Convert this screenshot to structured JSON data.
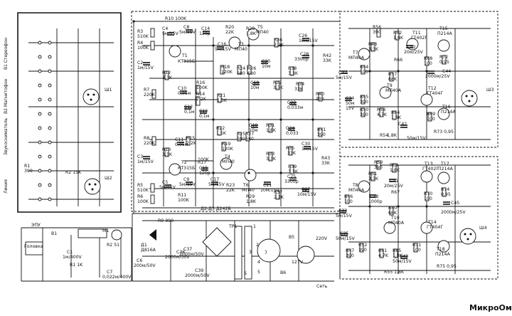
{
  "watermark": "МикроОм",
  "inputs": {
    "b1": "В1 Стереофон",
    "b2": "В2 Магнитофон",
    "b3": "Звукосниматель",
    "line": "Линия",
    "sh1": "Ш1",
    "sh2": "Ш2"
  },
  "power": {
    "epu": "ЭПУ",
    "head": "Головка",
    "tr": "ТР1",
    "bridge": "Д2-Д5 Д242Б",
    "v5": "В5",
    "v6": "В6",
    "mains": "Сеть",
    "v220": "220V",
    "v127": "127V"
  },
  "labels": [
    {
      "id": "r10",
      "t": "R10 100K"
    },
    {
      "id": "r3",
      "t": "R3"
    },
    {
      "id": "r3v",
      "t": "510K"
    },
    {
      "id": "r4",
      "t": "R4"
    },
    {
      "id": "r4v",
      "t": "100K"
    },
    {
      "id": "c4",
      "t": "C4"
    },
    {
      "id": "c4v",
      "t": "5м/15V"
    },
    {
      "id": "c8",
      "t": "C8"
    },
    {
      "id": "c8v",
      "t": "5м/15V"
    },
    {
      "id": "c2",
      "t": "C2"
    },
    {
      "id": "c2v",
      "t": "1м/15V"
    },
    {
      "id": "t1",
      "t": "T1"
    },
    {
      "id": "t1v",
      "t": "КТ315Б"
    },
    {
      "id": "r12",
      "t": "R12"
    },
    {
      "id": "r12v",
      "t": "3,3K"
    },
    {
      "id": "r7",
      "t": "R7"
    },
    {
      "id": "r7v",
      "t": "220K"
    },
    {
      "id": "c10",
      "t": "C10"
    },
    {
      "id": "c10v",
      "t": "0,05м"
    },
    {
      "id": "c14",
      "t": "C14"
    },
    {
      "id": "c14v",
      "t": "120р"
    },
    {
      "id": "r16",
      "t": "R16"
    },
    {
      "id": "r16v",
      "t": "100K"
    },
    {
      "id": "r14",
      "t": "R14"
    },
    {
      "id": "r14v",
      "t": "2,2K"
    },
    {
      "id": "c12",
      "t": "C12"
    },
    {
      "id": "c12v",
      "t": "0,1м"
    },
    {
      "id": "c13",
      "t": "C13"
    },
    {
      "id": "c13v",
      "t": "0,1м"
    },
    {
      "id": "r8",
      "t": "R8"
    },
    {
      "id": "r8v",
      "t": "220K"
    },
    {
      "id": "r15",
      "t": "R15"
    },
    {
      "id": "r15v",
      "t": "2,2K"
    },
    {
      "id": "r13",
      "t": "R13"
    },
    {
      "id": "r13v",
      "t": "3,3K"
    },
    {
      "id": "c11",
      "t": "C11"
    },
    {
      "id": "c11v",
      "t": "0,05м"
    },
    {
      "id": "c3",
      "t": "C3"
    },
    {
      "id": "c3v",
      "t": "1м/15V"
    },
    {
      "id": "t2",
      "t": "T2"
    },
    {
      "id": "t2v",
      "t": "КТ315Б"
    },
    {
      "id": "c9",
      "t": "C9"
    },
    {
      "id": "c9v",
      "t": "5м/15V"
    },
    {
      "id": "c5",
      "t": "C5"
    },
    {
      "id": "c5v",
      "t": "5м/15V"
    },
    {
      "id": "r5",
      "t": "R5"
    },
    {
      "id": "r5v",
      "t": "510K"
    },
    {
      "id": "r6",
      "t": "R6"
    },
    {
      "id": "r6v",
      "t": "100K"
    },
    {
      "id": "r11",
      "t": "R11"
    },
    {
      "id": "r11v",
      "t": "100K"
    },
    {
      "id": "c15",
      "t": "C15"
    },
    {
      "id": "c15v",
      "t": "120р"
    },
    {
      "id": "r17",
      "t": "R17"
    },
    {
      "id": "r17v",
      "t": "100K"
    },
    {
      "id": "c16",
      "t": "C16"
    },
    {
      "id": "c16v",
      "t": "5м/15V"
    },
    {
      "id": "c17",
      "t": "C17"
    },
    {
      "id": "c17v",
      "t": "5м/15V"
    },
    {
      "id": "r20",
      "t": "R20"
    },
    {
      "id": "r20v",
      "t": "22K"
    },
    {
      "id": "r28",
      "t": "R28"
    },
    {
      "id": "r28v",
      "t": "1,8K"
    },
    {
      "id": "t3",
      "t": "T3"
    },
    {
      "id": "t3v",
      "t": "МП40"
    },
    {
      "id": "t5",
      "t": "T5"
    },
    {
      "id": "t5v",
      "t": "МП40"
    },
    {
      "id": "r18",
      "t": "R18"
    },
    {
      "id": "r18v",
      "t": "120K"
    },
    {
      "id": "r24",
      "t": "R24"
    },
    {
      "id": "r24v",
      "t": "680"
    },
    {
      "id": "r26",
      "t": "R26"
    },
    {
      "id": "r26v",
      "t": "680"
    },
    {
      "id": "c20",
      "t": "C20"
    },
    {
      "id": "c20v",
      "t": "10м"
    },
    {
      "id": "c18",
      "t": "C18"
    },
    {
      "id": "c18v",
      "t": "10м"
    },
    {
      "id": "r21",
      "t": "R21"
    },
    {
      "id": "r21v",
      "t": "1,5K"
    },
    {
      "id": "r22",
      "t": "R22"
    },
    {
      "id": "r22v",
      "t": "1,5K"
    },
    {
      "id": "r19",
      "t": "R19"
    },
    {
      "id": "r19v",
      "t": "120K"
    },
    {
      "id": "r25",
      "t": "R25"
    },
    {
      "id": "r25v",
      "t": "680"
    },
    {
      "id": "r27",
      "t": "R27"
    },
    {
      "id": "r27v",
      "t": "680"
    },
    {
      "id": "c19",
      "t": "C19"
    },
    {
      "id": "c19v",
      "t": "10м"
    },
    {
      "id": "t4",
      "t": "T4"
    },
    {
      "id": "t4v",
      "t": "МП40"
    },
    {
      "id": "t6",
      "t": "T6"
    },
    {
      "id": "t6v",
      "t": "МП40"
    },
    {
      "id": "r23",
      "t": "R23"
    },
    {
      "id": "r23v",
      "t": "22K"
    },
    {
      "id": "r29",
      "t": "R29"
    },
    {
      "id": "r29v",
      "t": "1,8K"
    },
    {
      "id": "c21",
      "t": "C21"
    },
    {
      "id": "c21v",
      "t": "10м/15V"
    },
    {
      "id": "r36",
      "t": "R36"
    },
    {
      "id": "r36v",
      "t": "2,2K"
    },
    {
      "id": "c26",
      "t": "C26"
    },
    {
      "id": "c26v",
      "t": "10м/15V"
    },
    {
      "id": "c28",
      "t": "C28"
    },
    {
      "id": "c28v",
      "t": "3300р"
    },
    {
      "id": "r42",
      "t": "R42"
    },
    {
      "id": "r42v",
      "t": "33K"
    },
    {
      "id": "r38",
      "t": "R38"
    },
    {
      "id": "r38v",
      "t": "3,3K"
    },
    {
      "id": "r34",
      "t": "R34"
    },
    {
      "id": "r34v",
      "t": "33K"
    },
    {
      "id": "c22",
      "t": "C22"
    },
    {
      "id": "c22v",
      "t": "0,033м"
    },
    {
      "id": "r32",
      "t": "R32"
    },
    {
      "id": "r32v",
      "t": "3,3K"
    },
    {
      "id": "r40",
      "t": "R40"
    },
    {
      "id": "r40v",
      "t": "390"
    },
    {
      "id": "r41",
      "t": "R41"
    },
    {
      "id": "r41v",
      "t": "390"
    },
    {
      "id": "r31",
      "t": "R31"
    },
    {
      "id": "r31v",
      "t": "1,8K"
    },
    {
      "id": "c24",
      "t": "C24"
    },
    {
      "id": "c24v",
      "t": "0,033"
    },
    {
      "id": "r35",
      "t": "R35"
    },
    {
      "id": "r35v",
      "t": "33K"
    },
    {
      "id": "c30",
      "t": "C30"
    },
    {
      "id": "c30v",
      "t": "1м/15V"
    },
    {
      "id": "r43",
      "t": "R43"
    },
    {
      "id": "r43v",
      "t": "33K"
    },
    {
      "id": "r33",
      "t": "R33"
    },
    {
      "id": "r33v",
      "t": "3,3K"
    },
    {
      "id": "r39",
      "t": "R39"
    },
    {
      "id": "r39v",
      "t": "3,3K"
    },
    {
      "id": "c25",
      "t": "C25"
    },
    {
      "id": "c25v",
      "t": "3300р"
    },
    {
      "id": "c27",
      "t": "C27"
    },
    {
      "id": "c27v",
      "t": "10м/15V"
    },
    {
      "id": "r37",
      "t": "R37"
    },
    {
      "id": "r37v",
      "t": "2,2K"
    },
    {
      "id": "r56",
      "t": "R56"
    },
    {
      "id": "r56v",
      "t": "390"
    },
    {
      "id": "r62",
      "t": "R62"
    },
    {
      "id": "r62v",
      "t": "1,8K"
    },
    {
      "id": "t11",
      "t": "T11"
    },
    {
      "id": "t11v",
      "t": "ГТ402Г"
    },
    {
      "id": "t15",
      "t": "T15"
    },
    {
      "id": "t15v",
      "t": "П214А"
    },
    {
      "id": "r48",
      "t": "R48"
    },
    {
      "id": "r48v",
      "t": "3,3K"
    },
    {
      "id": "c40",
      "t": "C40"
    },
    {
      "id": "c40v",
      "t": "20м/25V"
    },
    {
      "id": "t7",
      "t": "T7"
    },
    {
      "id": "t7v",
      "t": "МП40А"
    },
    {
      "id": "r68",
      "t": "R68"
    },
    {
      "id": "r68v",
      "t": "100"
    },
    {
      "id": "r72",
      "t": "R72"
    },
    {
      "id": "r72v",
      "t": "0,95"
    },
    {
      "id": "c44",
      "t": "C44"
    },
    {
      "id": "c44v",
      "t": "2000м/25V"
    },
    {
      "id": "r44",
      "t": "R44"
    },
    {
      "id": "r44v",
      "t": "100"
    },
    {
      "id": "r57",
      "t": "R57"
    },
    {
      "id": "r57v",
      "t": "68K"
    },
    {
      "id": "r66",
      "t": "R66"
    },
    {
      "id": "c32",
      "t": "C32"
    },
    {
      "id": "c32v",
      "t": "5м/15V"
    },
    {
      "id": "t9",
      "t": "T9"
    },
    {
      "id": "t9v",
      "t": "МП40А"
    },
    {
      "id": "c34",
      "t": "C34"
    },
    {
      "id": "c34v",
      "t": "50м"
    },
    {
      "id": "c34w",
      "t": "15V"
    },
    {
      "id": "r45",
      "t": "R45"
    },
    {
      "id": "r45v",
      "t": "390"
    },
    {
      "id": "r50",
      "t": "R50"
    },
    {
      "id": "r50v",
      "t": "390"
    },
    {
      "id": "r58",
      "t": "R58"
    },
    {
      "id": "r58v",
      "t": "4,7K"
    },
    {
      "id": "r64",
      "t": "R64"
    },
    {
      "id": "r64v",
      "t": "1,8K"
    },
    {
      "id": "t12",
      "t": "T12"
    },
    {
      "id": "t12v",
      "t": "ГТ404Г"
    },
    {
      "id": "t16",
      "t": "T16"
    },
    {
      "id": "t16v",
      "t": "П214А"
    },
    {
      "id": "r69",
      "t": "R69"
    },
    {
      "id": "r69v",
      "t": "100"
    },
    {
      "id": "r73",
      "t": "R73 0,95"
    },
    {
      "id": "c42",
      "t": "C42"
    },
    {
      "id": "c42v",
      "t": "50м/15V"
    },
    {
      "id": "r54",
      "t": "R54"
    },
    {
      "id": "r54v",
      "t": "1,8K"
    },
    {
      "id": "sh3",
      "t": "Ш3"
    },
    {
      "id": "r59",
      "t": "R59"
    },
    {
      "id": "r59v",
      "t": "390"
    },
    {
      "id": "r63",
      "t": "R63"
    },
    {
      "id": "r63v",
      "t": "1,8K"
    },
    {
      "id": "t13",
      "t": "T13"
    },
    {
      "id": "t13v",
      "t": "ГТ402Г"
    },
    {
      "id": "t17",
      "t": "T17"
    },
    {
      "id": "t17v",
      "t": "П214А"
    },
    {
      "id": "r51",
      "t": "R51"
    },
    {
      "id": "r51v",
      "t": "3,3K"
    },
    {
      "id": "c41",
      "t": "C41"
    },
    {
      "id": "c41v",
      "t": "20м/25V"
    },
    {
      "id": "t8",
      "t": "T8"
    },
    {
      "id": "t8v",
      "t": "МП40А"
    },
    {
      "id": "r70",
      "t": "R70"
    },
    {
      "id": "r70v",
      "t": "100"
    },
    {
      "id": "r74",
      "t": "R74"
    },
    {
      "id": "r74v",
      "t": "0,95"
    },
    {
      "id": "c45",
      "t": "C45"
    },
    {
      "id": "c45v",
      "t": "2000м/25V"
    },
    {
      "id": "r46",
      "t": "R46"
    },
    {
      "id": "r46v",
      "t": "100"
    },
    {
      "id": "c38",
      "t": "C38"
    },
    {
      "id": "c38v",
      "t": "1000р"
    },
    {
      "id": "r60",
      "t": "R60"
    },
    {
      "id": "r60v",
      "t": "68K"
    },
    {
      "id": "r67",
      "t": "R67"
    },
    {
      "id": "c33",
      "t": "C33"
    },
    {
      "id": "c33v",
      "t": "5м/15V"
    },
    {
      "id": "t10",
      "t": "T10"
    },
    {
      "id": "t10v",
      "t": "МП40А"
    },
    {
      "id": "t14",
      "t": "T14"
    },
    {
      "id": "t14v",
      "t": "ГТ404Г"
    },
    {
      "id": "c35",
      "t": "C35"
    },
    {
      "id": "c35v",
      "t": "50м/15V"
    },
    {
      "id": "r47",
      "t": "R47"
    },
    {
      "id": "r47v",
      "t": "390"
    },
    {
      "id": "r52",
      "t": "R52"
    },
    {
      "id": "r52v",
      "t": "390"
    },
    {
      "id": "r61",
      "t": "R61"
    },
    {
      "id": "r61v",
      "t": "4,7K"
    },
    {
      "id": "r65",
      "t": "R65"
    },
    {
      "id": "r65v",
      "t": "1,8K"
    },
    {
      "id": "c43",
      "t": "C43"
    },
    {
      "id": "c43v",
      "t": "50м/15V"
    },
    {
      "id": "r71",
      "t": "R71"
    },
    {
      "id": "r71v",
      "t": "100"
    },
    {
      "id": "t18",
      "t": "T18"
    },
    {
      "id": "t18v",
      "t": "П214А"
    },
    {
      "id": "r75",
      "t": "R75 0,95"
    },
    {
      "id": "r55",
      "t": "R55 1,8K"
    },
    {
      "id": "sh4",
      "t": "Ш4"
    },
    {
      "id": "r9",
      "t": "R9 390"
    },
    {
      "id": "d1",
      "t": "Д1"
    },
    {
      "id": "d1v",
      "t": "Д816А"
    },
    {
      "id": "c1",
      "t": "C1"
    },
    {
      "id": "c1v",
      "t": "1м/400V"
    },
    {
      "id": "r1",
      "t": "R1 1K"
    },
    {
      "id": "b1",
      "t": "B1"
    },
    {
      "id": "m1",
      "t": "M1"
    },
    {
      "id": "r2",
      "t": "R2 51"
    },
    {
      "id": "c7",
      "t": "C7"
    },
    {
      "id": "c7v",
      "t": "0,022м/400V"
    },
    {
      "id": "c6",
      "t": "C6"
    },
    {
      "id": "c6v",
      "t": "200м/50V"
    },
    {
      "id": "c36",
      "t": "C36"
    },
    {
      "id": "c36v",
      "t": "2000м/50V"
    },
    {
      "id": "c37",
      "t": "C37"
    },
    {
      "id": "c37v",
      "t": "2000м/50V"
    },
    {
      "id": "c39",
      "t": "C39"
    },
    {
      "id": "c39v",
      "t": "2000м/50V"
    },
    {
      "id": "rin1",
      "t": "R1"
    },
    {
      "id": "rin1v",
      "t": "390"
    },
    {
      "id": "r2in",
      "t": "R2 15K"
    },
    {
      "id": "n1",
      "t": "1"
    },
    {
      "id": "n2",
      "t": "2"
    },
    {
      "id": "n3",
      "t": "3"
    },
    {
      "id": "n4",
      "t": "4"
    },
    {
      "id": "n5",
      "t": "5"
    },
    {
      "id": "n6",
      "t": "6"
    },
    {
      "id": "n7",
      "t": "7"
    }
  ]
}
